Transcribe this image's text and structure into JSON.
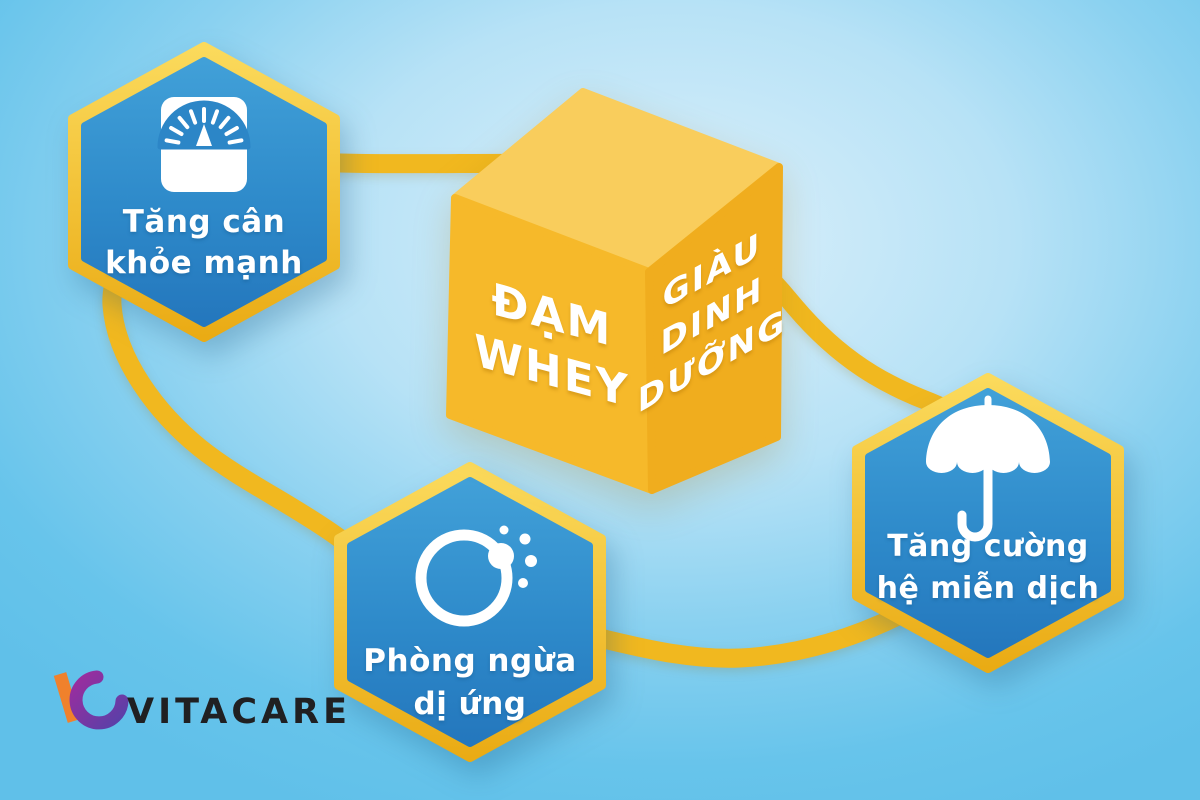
{
  "diagram": {
    "title_object": "nutrition-cube",
    "cube": {
      "front_face": [
        "ĐẠM",
        "WHEY"
      ],
      "side_face": [
        "GIÀU",
        "DINH",
        "DƯỠNG"
      ]
    },
    "benefits": [
      {
        "id": "weight-gain",
        "icon": "weight-scale-icon",
        "lines": [
          "Tăng cân",
          "khỏe mạnh"
        ]
      },
      {
        "id": "allergy-prevention",
        "icon": "allergen-molecule-icon",
        "lines": [
          "Phòng ngừa",
          "dị ứng"
        ]
      },
      {
        "id": "immune-system",
        "icon": "umbrella-icon",
        "lines": [
          "Tăng cường",
          "hệ miễn dịch"
        ]
      }
    ]
  },
  "logo": {
    "brand": "VITACARE",
    "mark": "vc-monogram"
  },
  "colors": {
    "background_edge": "#66C4EB",
    "background_center": "#DCF0FB",
    "orbit_ring": "#F1B81F",
    "hexagon_border_gold_light": "#FBDA5C",
    "hexagon_border_gold_dark": "#EAAB14",
    "hexagon_blue_light": "#41A0D8",
    "hexagon_blue_dark": "#2477BD",
    "cube_top": "#F9CD5C",
    "cube_front": "#F6B92A",
    "cube_side": "#F0AD1E",
    "icon_white": "#FFFFFF",
    "logo_orange": "#F0812C",
    "logo_purple": "#7B35A0",
    "logo_text": "#202022"
  }
}
